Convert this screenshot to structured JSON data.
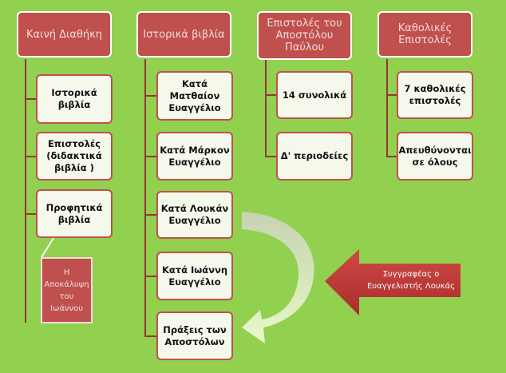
{
  "columns": [
    {
      "title": "Καινή Διαθήκη",
      "items": [
        "Ιστορικά βιβλία",
        "Επιστολές (διδακτικά βιβλία )",
        "Προφητικά βιβλία"
      ]
    },
    {
      "title": "Ιστορικά βιβλία",
      "items": [
        "Κατά Ματθαίον Ευαγγέλιο",
        "Κατά Μάρκον Ευαγγέλιο",
        "Κατά Λουκάν Ευαγγέλιο",
        "Κατά Ιωάννη Ευαγγέλιο",
        "Πράξεις των Αποστόλων"
      ]
    },
    {
      "title": "Επιστολές του Αποστόλου Παύλου",
      "items": [
        "14 συνολικά",
        "Δ' περιοδείες"
      ]
    },
    {
      "title": "Καθολικές Επιστολές",
      "items": [
        "7 καθολικές επιστολές",
        "Απευθύνονται σε όλους"
      ]
    }
  ],
  "revelation": "Η Αποκάλυψη του Ιωάννου",
  "callout": "Συγγραφέας ο Ευαγγελιστής Λουκάς",
  "colors": {
    "background": "#92d050",
    "header": "#c0504d",
    "box": "#f4f9ec"
  }
}
